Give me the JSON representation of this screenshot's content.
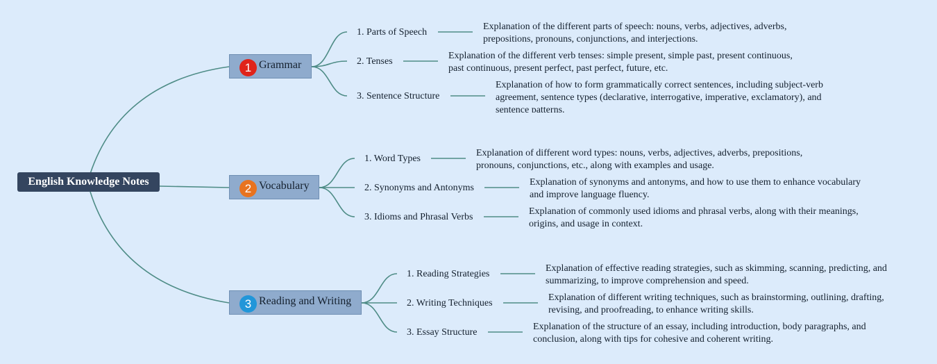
{
  "theme": {
    "background": "#dcebfb",
    "root_color": "#34455f",
    "branch_color": "#8fabcd",
    "line_color": "#4e8c86"
  },
  "root": {
    "label": "English Knowledge Notes"
  },
  "branches": [
    {
      "number": "1",
      "badge_color": "#e0241b",
      "label": "Grammar",
      "topics": [
        {
          "label": "1. Parts of Speech",
          "description": "Explanation of the different parts of speech: nouns, verbs, adjectives, adverbs, prepositions, pronouns, conjunctions, and interjections."
        },
        {
          "label": "2. Tenses",
          "description": "Explanation of the different verb tenses: simple present, simple past, present continuous, past continuous, present perfect, past perfect, future, etc."
        },
        {
          "label": "3. Sentence Structure",
          "description": "Explanation of how to form grammatically correct sentences, including subject-verb agreement, sentence types (declarative, interrogative, imperative, exclamatory), and sentence patterns."
        }
      ]
    },
    {
      "number": "2",
      "badge_color": "#e8731f",
      "label": "Vocabulary",
      "topics": [
        {
          "label": "1. Word Types",
          "description": "Explanation of different word types: nouns, verbs, adjectives, adverbs, prepositions, pronouns, conjunctions, etc., along with examples and usage."
        },
        {
          "label": "2. Synonyms and Antonyms",
          "description": "Explanation of synonyms and antonyms, and how to use them to enhance vocabulary and improve language fluency."
        },
        {
          "label": "3. Idioms and Phrasal Verbs",
          "description": "Explanation of commonly used idioms and phrasal verbs, along with their meanings, origins, and usage in context."
        }
      ]
    },
    {
      "number": "3",
      "badge_color": "#2196d9",
      "label": "Reading and Writing",
      "topics": [
        {
          "label": "1. Reading Strategies",
          "description": "Explanation of effective reading strategies, such as skimming, scanning, predicting, and summarizing, to improve comprehension and speed."
        },
        {
          "label": "2. Writing Techniques",
          "description": "Explanation of different writing techniques, such as brainstorming, outlining, drafting, revising, and proofreading, to enhance writing skills."
        },
        {
          "label": "3. Essay Structure",
          "description": "Explanation of the structure of an essay, including introduction, body paragraphs, and conclusion, along with tips for cohesive and coherent writing."
        }
      ]
    }
  ]
}
